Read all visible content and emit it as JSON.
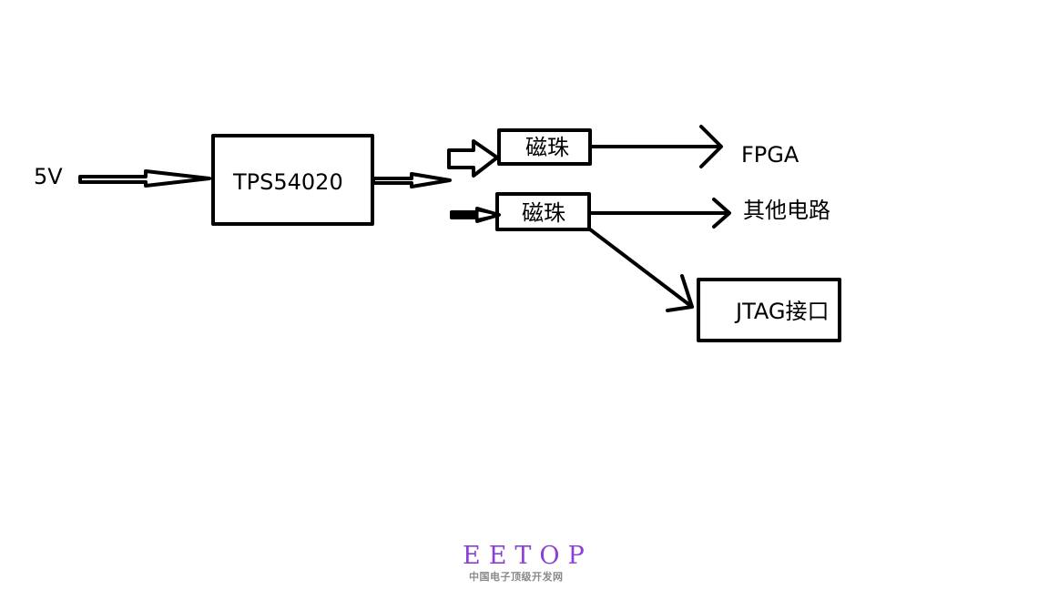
{
  "diagram": {
    "input_label": "5V",
    "regulator": "TPS54020",
    "ferrite_bead_1": "磁珠",
    "ferrite_bead_2": "磁珠",
    "output_fpga": "FPGA",
    "output_other": "其他电路",
    "output_jtag": "JTAG接口"
  },
  "watermark": {
    "title": "EETOP",
    "subtitle": "中国电子顶级开发网",
    "color": "#8a3fd6"
  }
}
